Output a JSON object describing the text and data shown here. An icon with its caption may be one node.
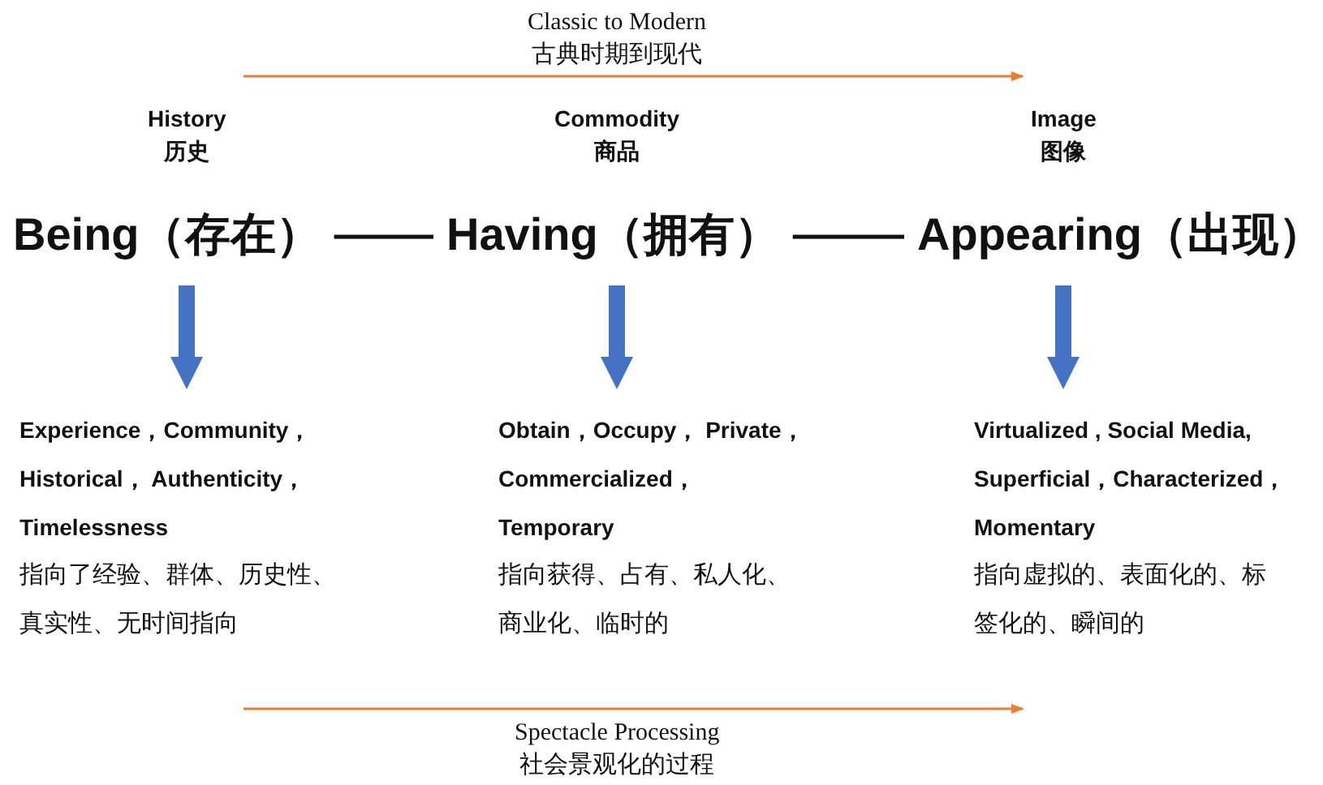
{
  "diagram": {
    "nodes": [
      {
        "text": [
          "Being（存在）"
        ],
        "beside": [
          "History",
          "历史"
        ]
      },
      {
        "text": [
          "Having（拥有）"
        ],
        "beside": [
          "Commodity",
          "商品"
        ]
      },
      {
        "text": [
          "Appearing（出现）"
        ],
        "beside": [
          "Image",
          "图像"
        ]
      },
      {
        "text": [
          "Experience，Community， Historical， Authenticity， Timelessness",
          "指向了经验、群体、历史性、真实性、无时间指向"
        ]
      },
      {
        "text": [
          "Obtain，Occupy， Private，Commercialized， Temporary",
          "指向获得、占有、私人化、商业化、临时的"
        ]
      },
      {
        "text": [
          "Virtualized , Social Media, Superficial，Characterized， Momentary",
          "指向虚拟的、表面化的、标签化的、瞬间的"
        ]
      }
    ],
    "edges": [
      {
        "from": 0,
        "to": 1,
        "arrow": "none"
      },
      {
        "from": 1,
        "to": 2,
        "arrow": "none"
      },
      {
        "from": 0,
        "to": 3,
        "arrow": "to",
        "style": "thick",
        "color": "#4472c4"
      },
      {
        "from": 1,
        "to": 4,
        "arrow": "to",
        "style": "thick",
        "color": "#4472c4"
      },
      {
        "from": 2,
        "to": 5,
        "arrow": "to",
        "style": "thick",
        "color": "#4472c4"
      }
    ],
    "labels": [
      "Classic to Modern",
      "古典时期到现代",
      "Spectacle Processing",
      "社会景观化的过程"
    ]
  }
}
